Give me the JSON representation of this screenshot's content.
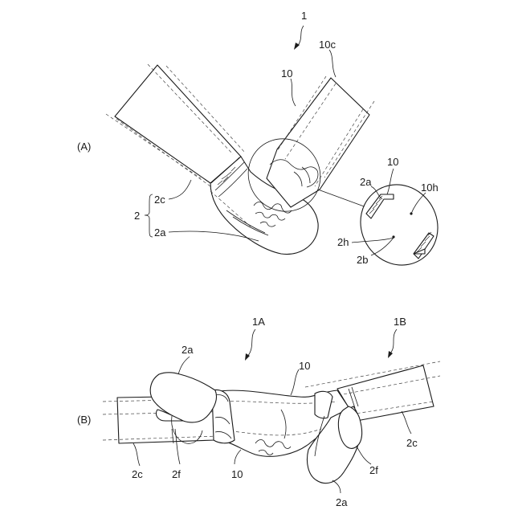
{
  "figure_A": {
    "panel_label": "(A)",
    "labels": {
      "ref_1": "1",
      "ref_10c": "10c",
      "ref_10": "10",
      "ref_2": "2",
      "ref_2c": "2c",
      "ref_2a": "2a",
      "detail_2a": "2a",
      "detail_10": "10",
      "detail_10h": "10h",
      "detail_2h": "2h",
      "detail_2b": "2b"
    }
  },
  "figure_B": {
    "panel_label": "(B)",
    "labels": {
      "ref_1A": "1A",
      "ref_1B": "1B",
      "ref_2a_left": "2a",
      "ref_10_top": "10",
      "ref_2c_right": "2c",
      "ref_2c_left": "2c",
      "ref_2f_left": "2f",
      "ref_10_bottom": "10",
      "ref_2f_right": "2f",
      "ref_2a_bottom": "2a"
    }
  }
}
